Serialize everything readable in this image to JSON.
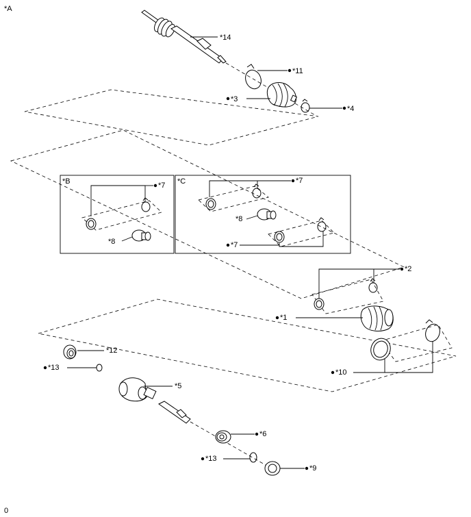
{
  "figure_label": "*A",
  "footer_code": "0",
  "insets": [
    {
      "id": "B",
      "label": "*B"
    },
    {
      "id": "C",
      "label": "*C"
    }
  ],
  "callouts": {
    "c14": {
      "dot": false,
      "text": "*14"
    },
    "c11": {
      "dot": true,
      "text": "*11"
    },
    "c3": {
      "dot": true,
      "text": "*3"
    },
    "c4": {
      "dot": true,
      "text": "*4"
    },
    "c7b": {
      "dot": true,
      "text": "*7"
    },
    "c8b": {
      "dot": false,
      "text": "*8"
    },
    "c7c1": {
      "dot": true,
      "text": "*7"
    },
    "c8c": {
      "dot": false,
      "text": "*8"
    },
    "c7c2": {
      "dot": true,
      "text": "*7"
    },
    "c2": {
      "dot": true,
      "text": "*2"
    },
    "c1": {
      "dot": true,
      "text": "*1"
    },
    "c12": {
      "dot": false,
      "text": "*12"
    },
    "c13a": {
      "dot": true,
      "text": "*13"
    },
    "c5": {
      "dot": false,
      "text": "*5"
    },
    "c10": {
      "dot": true,
      "text": "*10"
    },
    "c6": {
      "dot": true,
      "text": "*6"
    },
    "c13b": {
      "dot": true,
      "text": "*13"
    },
    "c9": {
      "dot": true,
      "text": "*9"
    }
  },
  "parts": {
    "shaft": "drive-shaft",
    "clamp_large_outer": "boot-clamp",
    "boot_outer": "outboard-joint-boot",
    "clamp_small_outer": "boot-clamp",
    "boot_inner": "inboard-joint-boot",
    "clamp_inner": "boot-clamp",
    "inboard_joint": "inboard-joint-assembly",
    "snap_ring": "snap-ring",
    "dust_cover": "dust-cover",
    "damper": "dynamic-damper",
    "bearing": "shaft-bearing"
  }
}
